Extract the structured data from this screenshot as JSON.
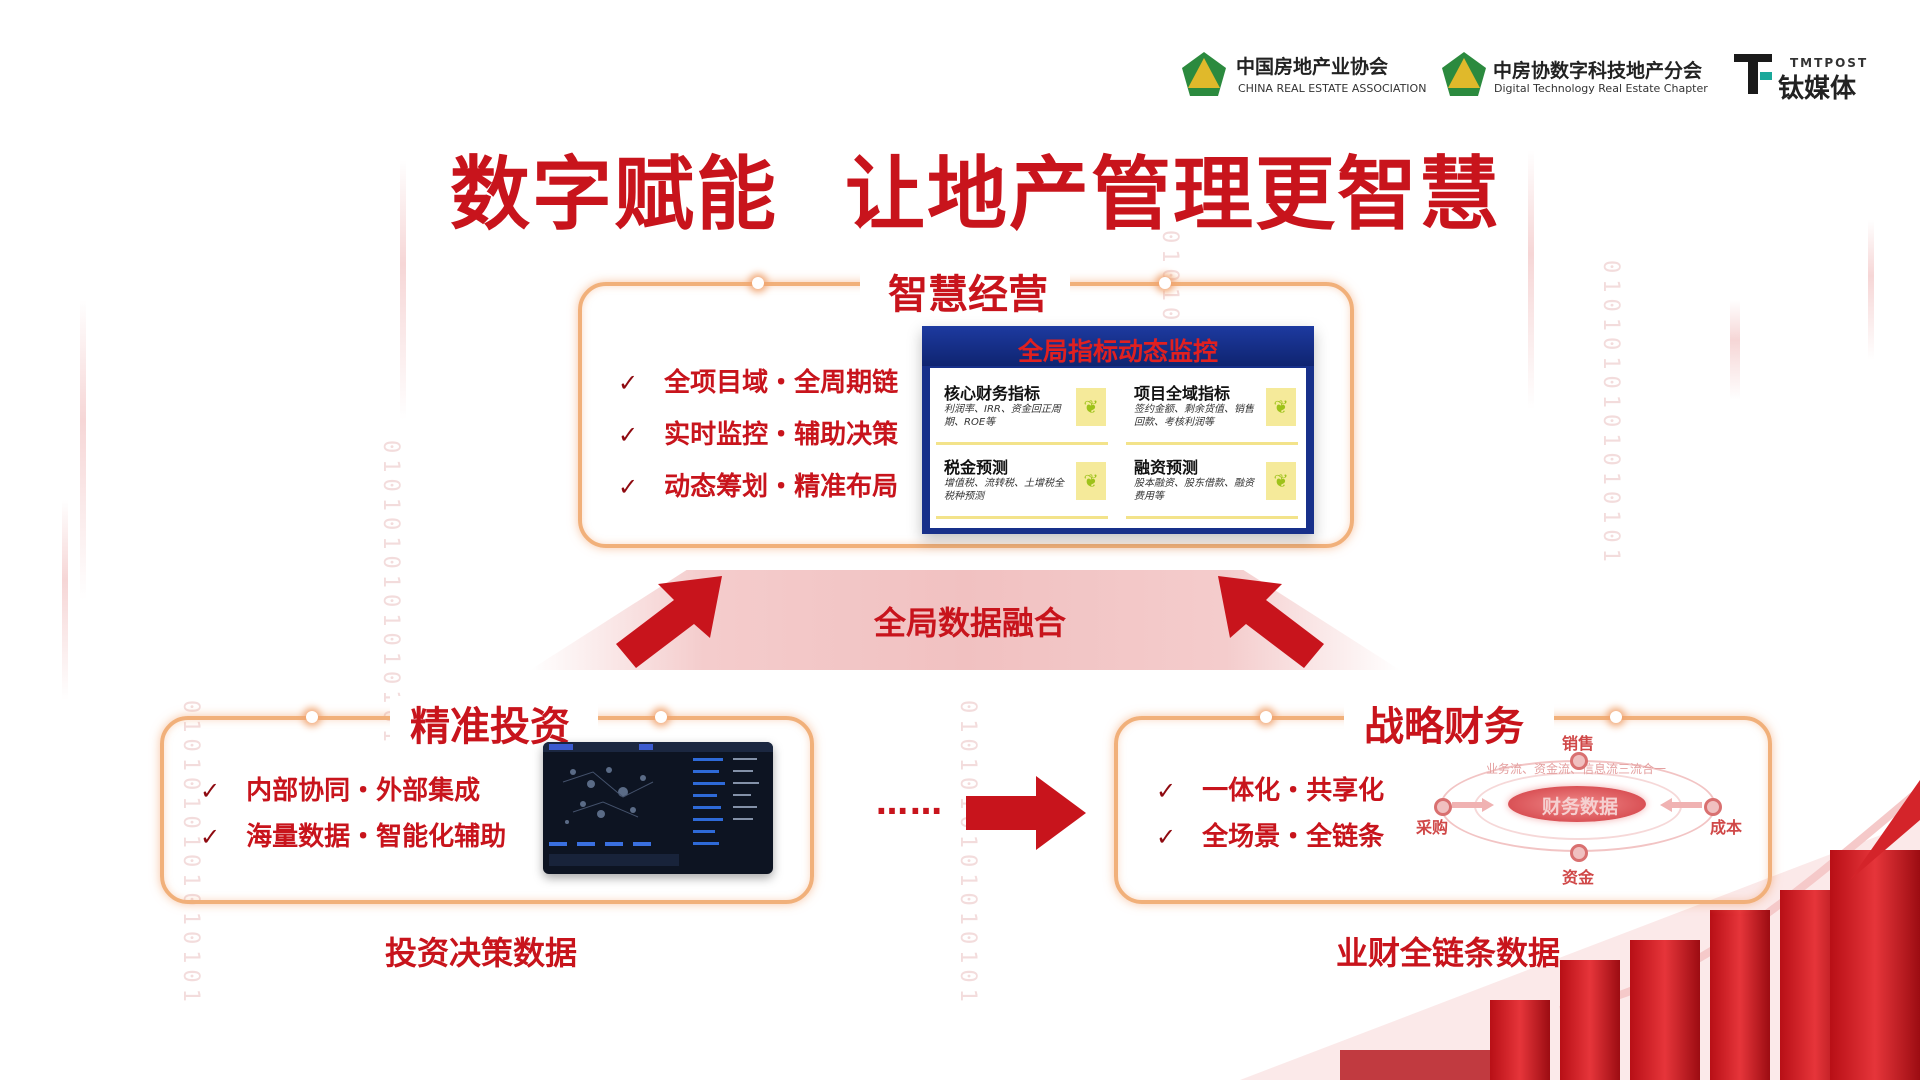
{
  "logos": [
    {
      "cn": "中国房地产业协会",
      "en": "CHINA REAL ESTATE ASSOCIATION",
      "icon": "gold-pyramid-icon"
    },
    {
      "cn": "中房协数字科技地产分会",
      "en": "Digital Technology Real Estate Chapter",
      "icon": "gold-pyramid-icon"
    },
    {
      "cn": "钛媒体",
      "en": "TMTPOST",
      "icon": "tmtpost-logo-icon"
    }
  ],
  "title": {
    "left": "数字赋能",
    "right": "让地产管理更智慧"
  },
  "top_section": {
    "title": "智慧经营",
    "bullets": [
      "全项目域・全周期链",
      "实时监控・辅助决策",
      "动态筹划・精准布局"
    ],
    "panel": {
      "header": "全局指标动态监控",
      "cards": [
        {
          "title": "核心财务指标",
          "desc": "利润率、IRR、资金回正周期、ROE等"
        },
        {
          "title": "项目全域指标",
          "desc": "签约金额、剩余货值、销售回款、考核利润等"
        },
        {
          "title": "税金预测",
          "desc": "增值税、流转税、土增税全税种预测"
        },
        {
          "title": "融资预测",
          "desc": "股本融资、股东借款、融资费用等"
        }
      ]
    }
  },
  "fusion_label": "全局数据融合",
  "left_section": {
    "title": "精准投资",
    "bullets": [
      "内部协同・外部集成",
      "海量数据・智能化辅助"
    ],
    "caption": "投资决策数据"
  },
  "ellipsis": "……",
  "right_section": {
    "title": "战略财务",
    "bullets": [
      "一体化・共享化",
      "全场景・全链条"
    ],
    "caption": "业财全链条数据",
    "diagram": {
      "center": "财务数据",
      "ring_text": "业务流、资金流、信息流三流合一",
      "nodes": {
        "top": "销售",
        "left": "采购",
        "right": "成本",
        "bottom": "资金"
      }
    }
  },
  "background_binary": "0101010101010101",
  "colors": {
    "accent": "#c8141c",
    "frame": "#f1b07a",
    "panel": "#17308a"
  }
}
